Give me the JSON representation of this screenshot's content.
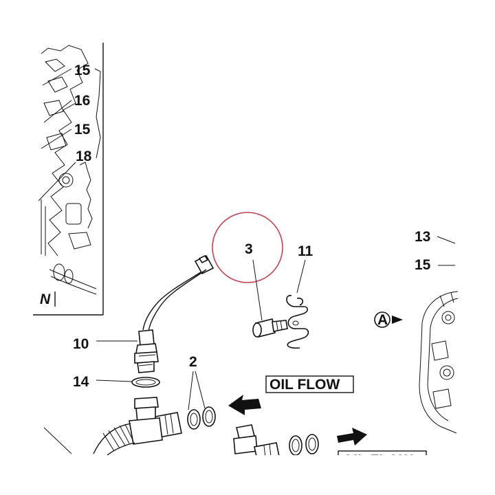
{
  "callouts": {
    "c15a": "15",
    "c16": "16",
    "c15b": "15",
    "c18": "18",
    "c3": "3",
    "c11": "11",
    "c13": "13",
    "c15c": "15",
    "c10": "10",
    "c14": "14",
    "c2": "2",
    "view_a": "A"
  },
  "inset_fragment": "N",
  "oil_flow_label": "OIL FLOW",
  "oil_flow_label_partial": "OIL FLOW",
  "colors": {
    "highlight_circle": "#c8404a",
    "ink": "#111111"
  }
}
